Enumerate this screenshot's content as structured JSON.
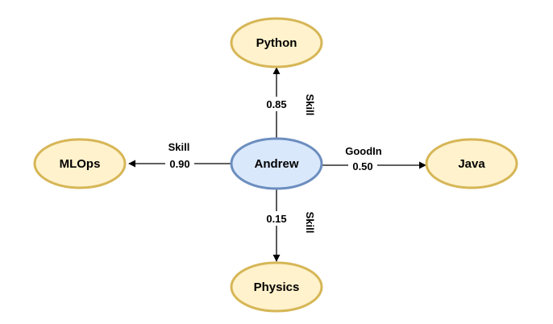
{
  "diagram": {
    "colors": {
      "center_fill": "#dae8fc",
      "center_stroke": "#6c8ebf",
      "leaf_fill": "#fff2cc",
      "leaf_stroke": "#d6b656",
      "edge": "#000000"
    },
    "nodes": {
      "center": "Andrew",
      "python": "Python",
      "mlops": "MLOps",
      "java": "Java",
      "physics": "Physics"
    },
    "edges": {
      "python": {
        "relation": "Skill",
        "weight": "0.85"
      },
      "mlops": {
        "relation": "Skill",
        "weight": "0.90"
      },
      "java": {
        "relation": "GoodIn",
        "weight": "0.50"
      },
      "physics": {
        "relation": "Skill",
        "weight": "0.15"
      }
    }
  }
}
